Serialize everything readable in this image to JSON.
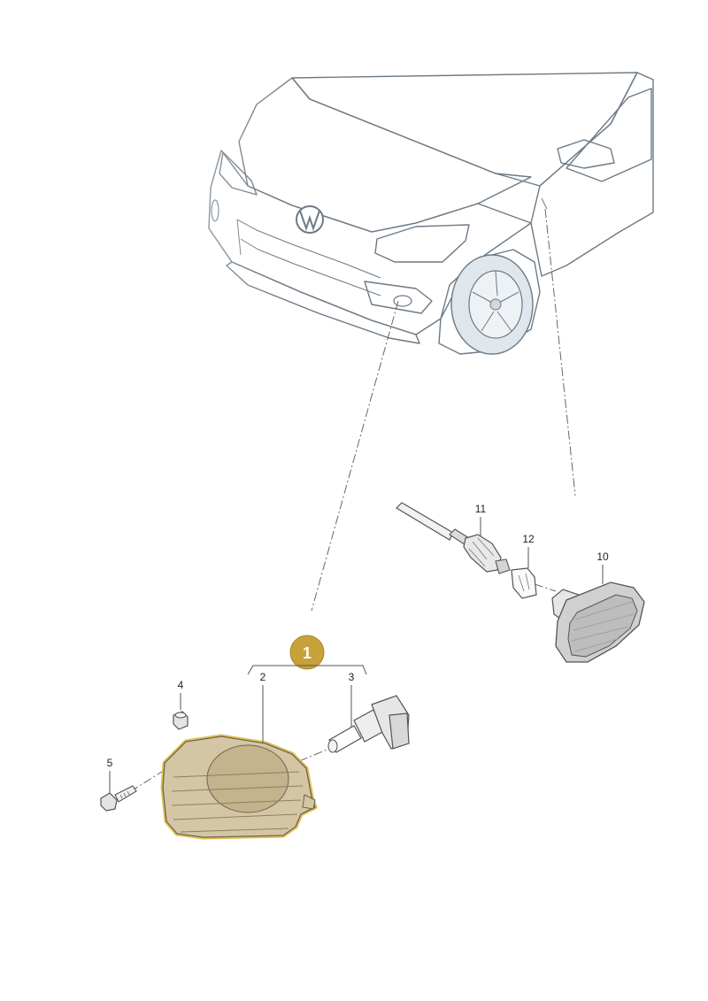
{
  "badge": {
    "label": "1",
    "color": "#c7a13a"
  },
  "callouts": [
    "2",
    "3",
    "4",
    "5",
    "10",
    "11",
    "12"
  ],
  "colors": {
    "car_body": "#e6edf2",
    "car_shade": "#cfd9e1",
    "car_outline": "#6c7a86",
    "fog_lamp": "#d4c6a4",
    "highlight": "#e3c255"
  },
  "parts": [
    "car-front-view",
    "fog-lamp-assembly",
    "fog-lamp-housing",
    "halogen-bulb",
    "nut",
    "screw",
    "side-marker-light",
    "bulb-socket-wire",
    "wedge-bulb"
  ]
}
